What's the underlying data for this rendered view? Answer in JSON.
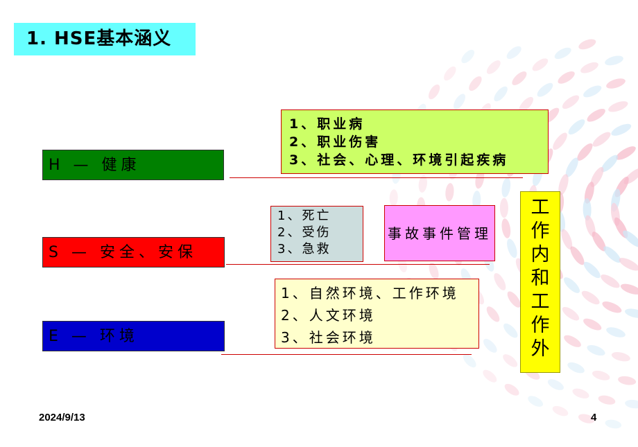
{
  "slide": {
    "title": "1. HSE基本涵义",
    "categories": {
      "health": "H — 健康",
      "safety": "S — 安全、安保",
      "environment": "E — 环境"
    },
    "health_items": [
      "1、职业病",
      "2、职业伤害",
      "3、社会、心理、环境引起疾病"
    ],
    "safety_items": [
      "1、死亡",
      "2、受伤",
      "3、急救"
    ],
    "incident_box": "事故事件管理",
    "environment_items": [
      "1、自然环境、工作环境",
      "2、人文环境",
      "3、社会环境"
    ],
    "work_box_chars": [
      "工",
      "作",
      "内",
      "和",
      "工",
      "作",
      "外"
    ],
    "date": "2024/9/13",
    "page_number": "4"
  },
  "colors": {
    "title_bg": "#66ffff",
    "health": "#008000",
    "safety": "#ff0000",
    "environment": "#0000cc",
    "health_box": "#ccff66",
    "incident_box": "#ff99ff",
    "env_box": "#ffffcc",
    "work_box": "#ffff00"
  }
}
